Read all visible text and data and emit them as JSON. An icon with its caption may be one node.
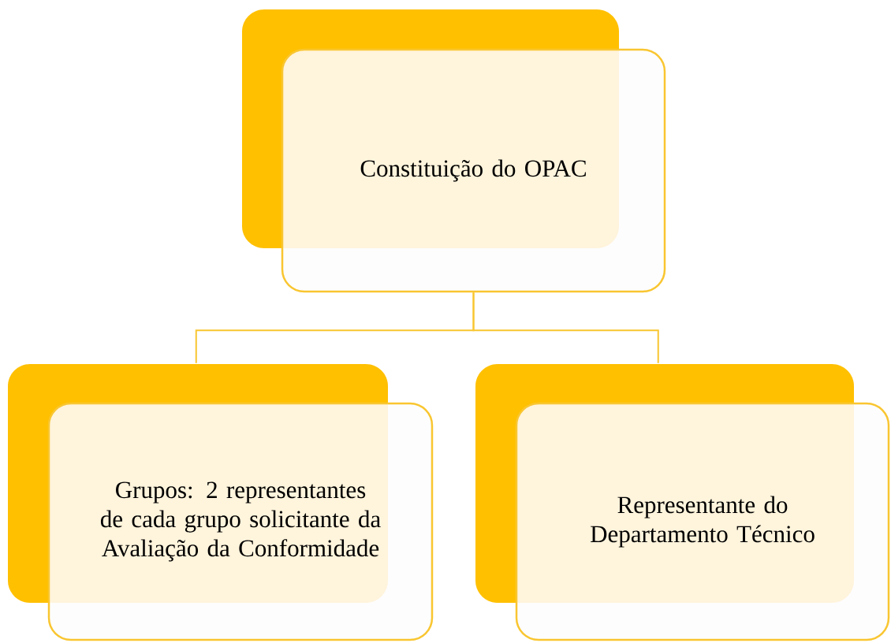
{
  "diagram": {
    "nodes": [
      {
        "text": [
          "Constituição do OPAC"
        ]
      },
      {
        "text": [
          "Grupos: 2 representantes de cada grupo solicitante da Avaliação da Conformidade"
        ]
      },
      {
        "text": [
          "Representante do Departamento Técnico"
        ]
      }
    ],
    "edges": [
      {
        "from": 0,
        "to": 1,
        "arrow": "none"
      },
      {
        "from": 0,
        "to": 2,
        "arrow": "none"
      }
    ]
  }
}
